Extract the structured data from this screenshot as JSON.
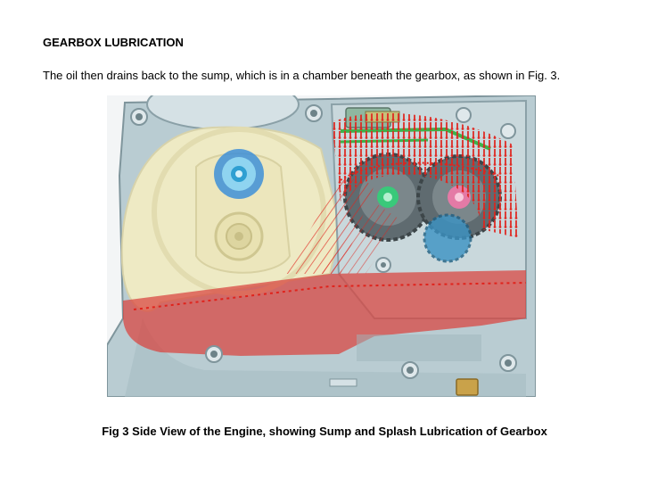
{
  "document": {
    "heading": "GEARBOX LUBRICATION",
    "paragraph": "The oil then drains back to the sump, which is in a chamber beneath the gearbox, as shown in Fig. 3.",
    "caption": "Fig 3 Side View of the Engine, showing Sump and Splash Lubrication of Gearbox"
  },
  "figure": {
    "description_icon": "engine-cutaway-illustration",
    "colors": {
      "casing": "#b9ccd2",
      "casing_dark": "#7f959c",
      "crank_chamber": "#f1ecc4",
      "oil_sump": "#d9423d",
      "oil_splash": "#e0231c",
      "gear_grey": "#5f6b70",
      "shaft_green": "#39c97a",
      "shaft_pink": "#e47aa6",
      "shaft_blue": "#3e8fd8"
    }
  }
}
